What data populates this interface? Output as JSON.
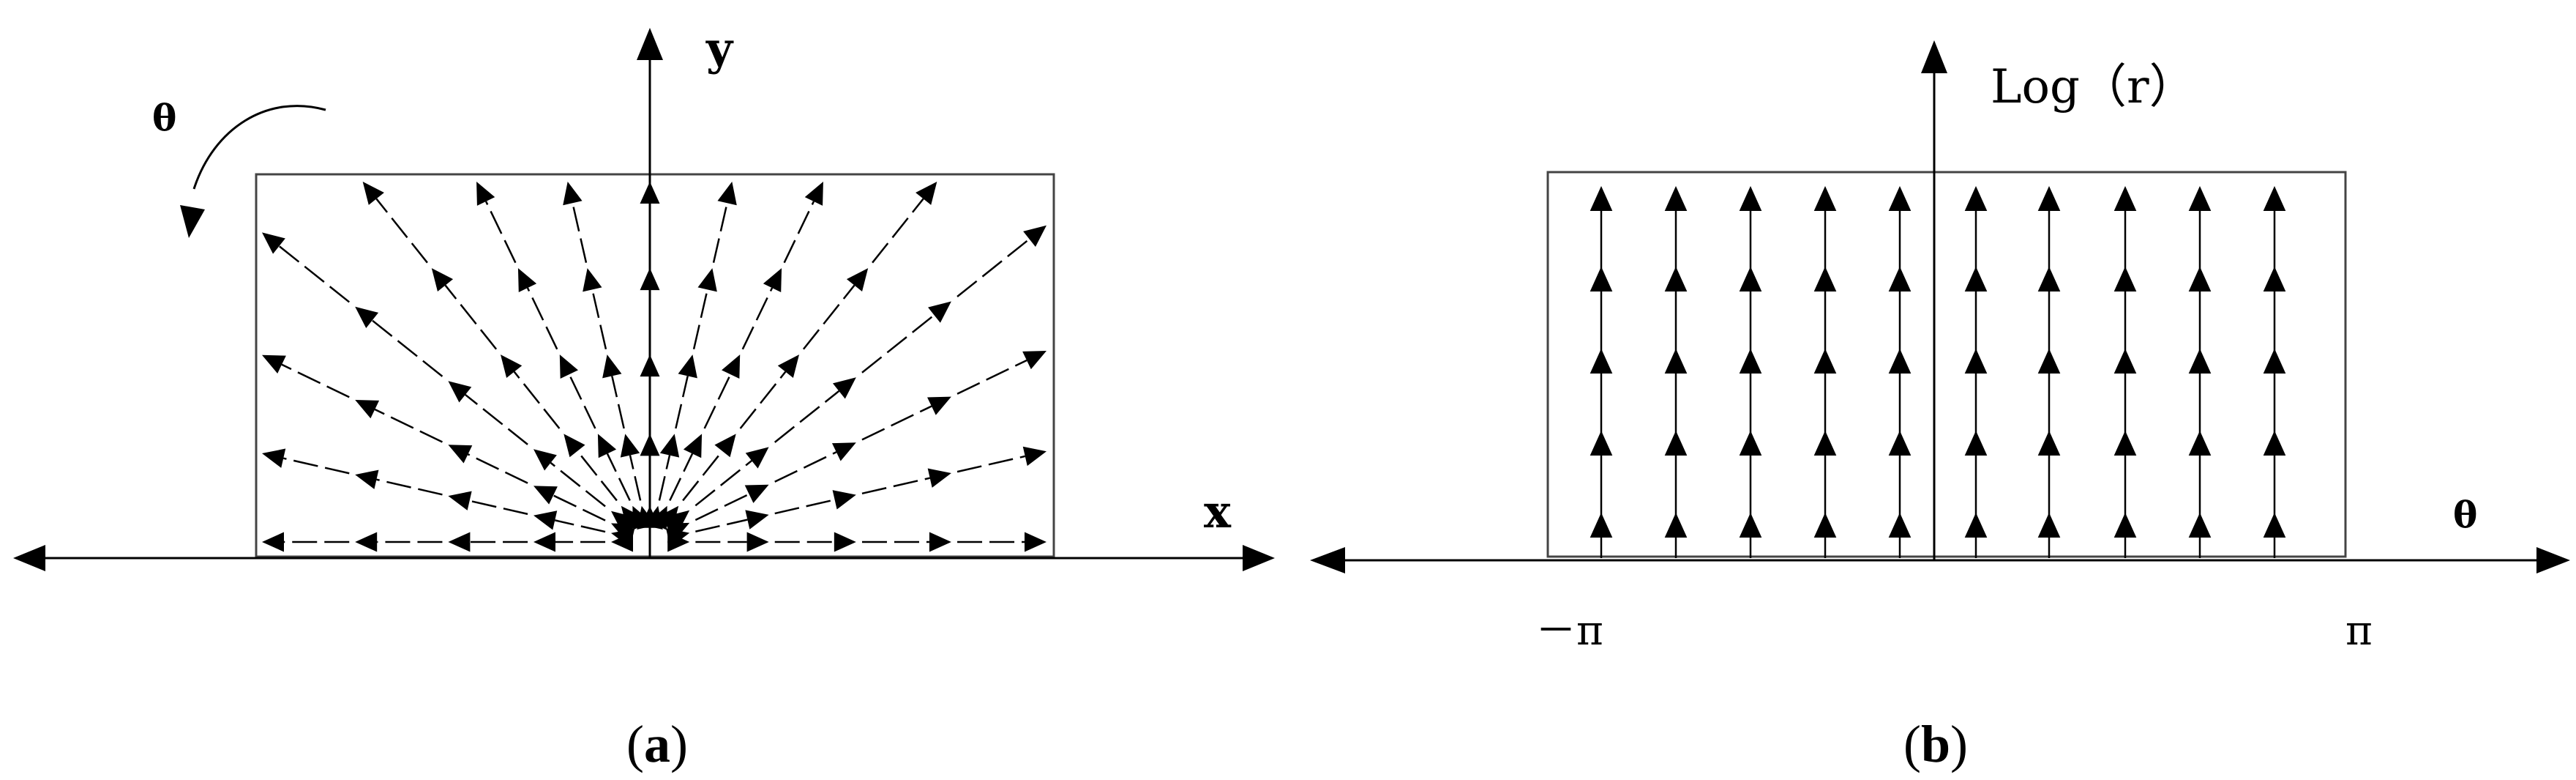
{
  "panel_a": {
    "x_label": "x",
    "y_label": "y",
    "rotation_label": "θ",
    "caption_open": "(",
    "caption_letter": "a",
    "caption_close": ")"
  },
  "panel_b": {
    "y_label": "Log（r）",
    "x_label": "θ",
    "tick_left": "－π",
    "tick_right": "π",
    "caption_open": "(",
    "caption_letter": "b",
    "caption_close": ")"
  },
  "colors": {
    "ink": "#000000",
    "frame": "#444444",
    "background": "#ffffff"
  }
}
